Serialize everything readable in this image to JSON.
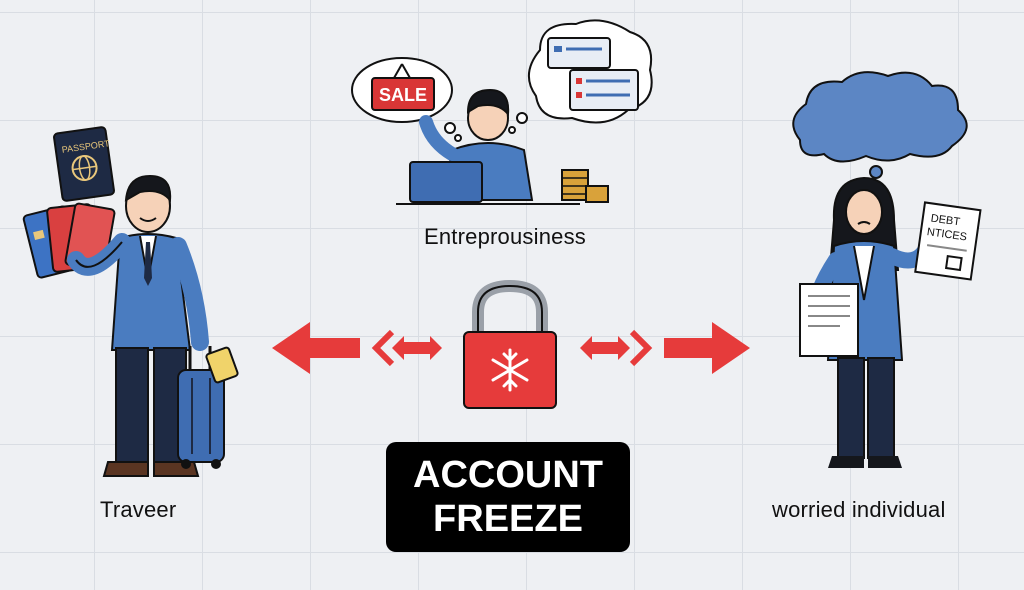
{
  "labels": {
    "traveler": "Traveer",
    "entrepreneur": "Entreprousiness",
    "worried": "worried individual"
  },
  "title": {
    "line1": "ACCOUNT",
    "line2": "FREEZE"
  },
  "props": {
    "sale_sign": "SALE",
    "passport": "PASSPORT",
    "debt_notice_line1": "DEBT",
    "debt_notice_line2": "NTICES"
  },
  "colors": {
    "accent_red": "#e63b3b",
    "suit_blue": "#4a7cc0",
    "navy": "#1e2a44",
    "cloud_blue": "#5c86c4",
    "coin_gold": "#d9a23a"
  },
  "icons": [
    "lock-icon",
    "snowflake-icon",
    "arrow-left-icon",
    "arrow-right-icon",
    "double-arrow-icon",
    "thought-bubble-icon",
    "cloud-icon",
    "laptop-icon",
    "coin-stack-icon",
    "suitcase-icon",
    "passport-icon",
    "credit-card-icon"
  ]
}
